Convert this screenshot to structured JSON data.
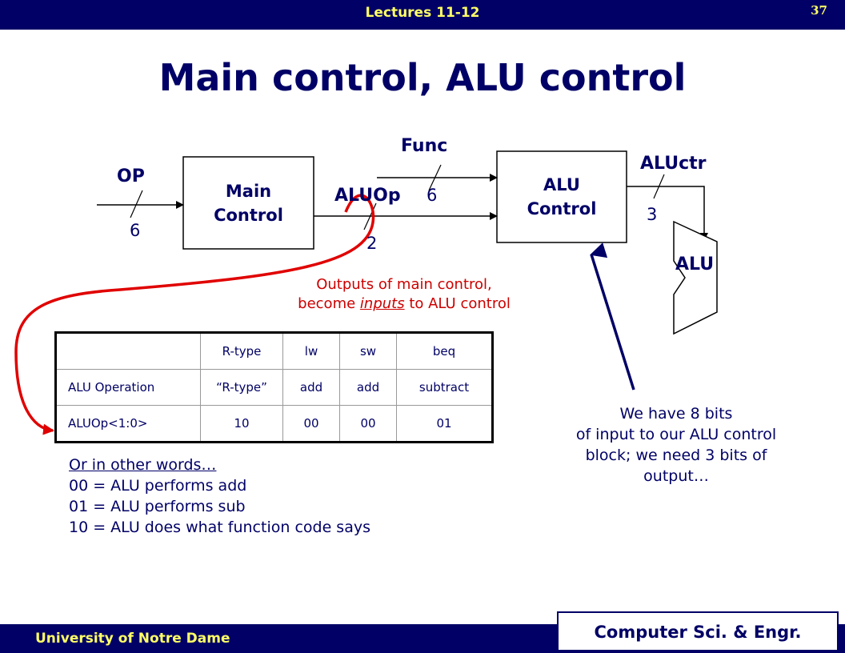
{
  "header": {
    "lecture": "Lectures 11-12",
    "page_number": "37"
  },
  "title": "Main control, ALU control",
  "diagram": {
    "op_label": "OP",
    "op_bits": "6",
    "main_control": [
      "Main",
      "Control"
    ],
    "aluop_label": "ALUOp",
    "aluop_bits": "2",
    "func_label": "Func",
    "func_bits": "6",
    "alu_control": [
      "ALU",
      "Control"
    ],
    "aluctr_label": "ALUctr",
    "aluctr_bits": "3",
    "alu_label": "ALU",
    "caption_line1": "Outputs of main control,",
    "caption_prefix": "become ",
    "caption_emph": "inputs",
    "caption_suffix": " to ALU control",
    "colors": {
      "navy": "#000066",
      "red": "#cc0000",
      "arrow_blue": "#000066"
    }
  },
  "table": {
    "headers": [
      "",
      "R-type",
      "lw",
      "sw",
      "beq"
    ],
    "rows": [
      [
        "ALU Operation",
        "“R-type”",
        "add",
        "add",
        "subtract"
      ],
      [
        "ALUOp<1:0>",
        "10",
        "00",
        "00",
        "01"
      ]
    ]
  },
  "notes": {
    "heading": "Or in other words…",
    "lines": [
      "00 = ALU performs add",
      "01 = ALU performs sub",
      "10 = ALU does what function code says"
    ]
  },
  "side_note": [
    "We have 8 bits",
    "of input to our ALU control",
    "block; we need 3 bits of",
    "output…"
  ],
  "footer": {
    "left": "University of Notre Dame",
    "right": "Computer Sci. & Engr."
  }
}
